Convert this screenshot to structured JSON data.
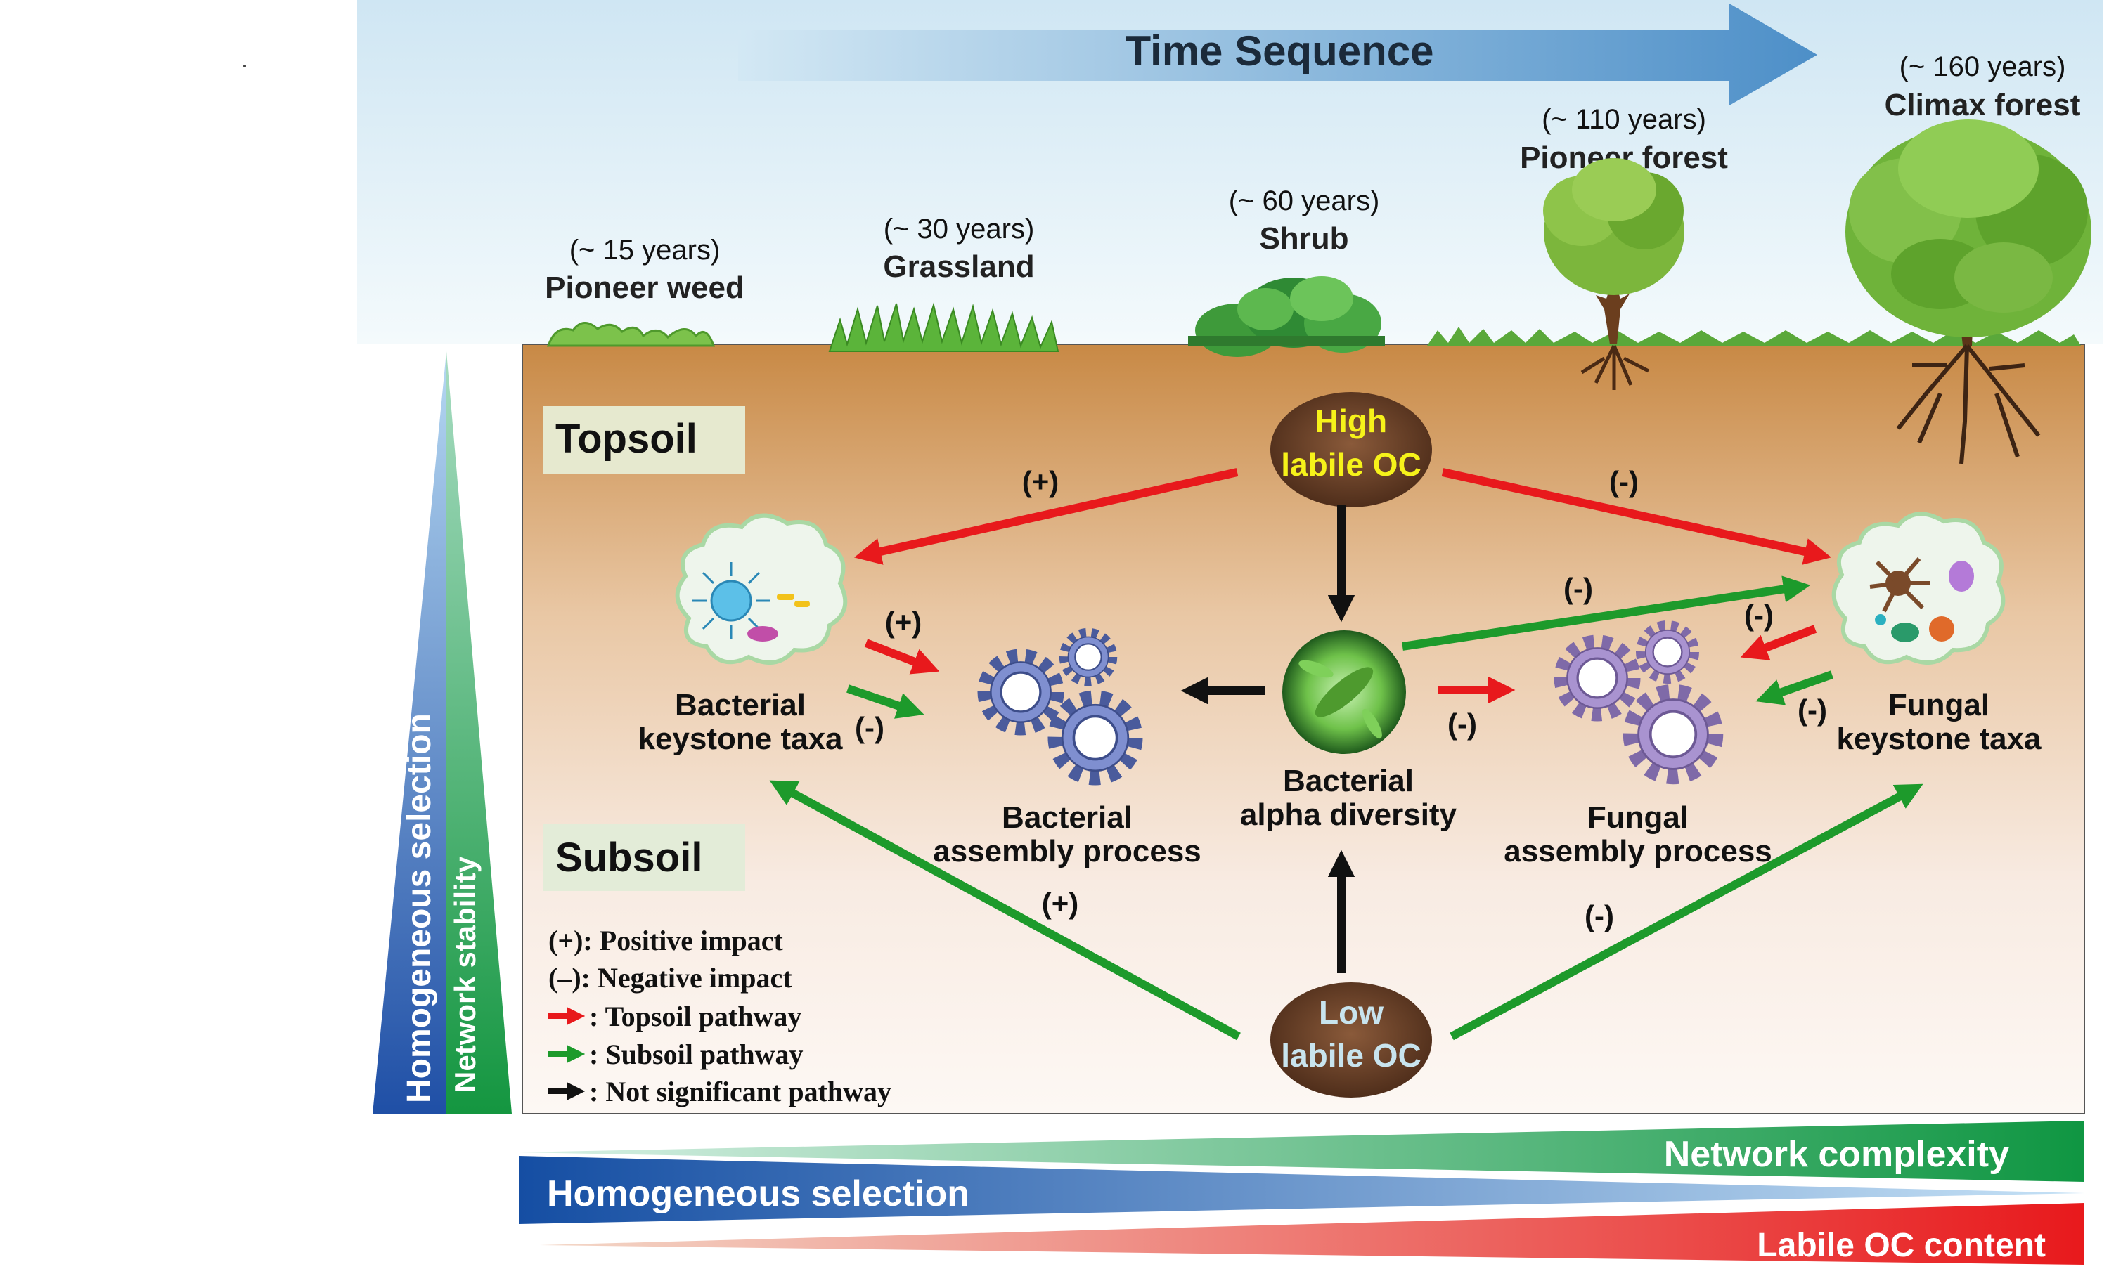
{
  "header": {
    "time_sequence": "Time Sequence",
    "stages": [
      {
        "age": "(~ 15 years)",
        "name": "Pioneer weed"
      },
      {
        "age": "(~ 30 years)",
        "name": "Grassland"
      },
      {
        "age": "(~ 60 years)",
        "name": "Shrub"
      },
      {
        "age": "(~ 110 years)",
        "name": "Pioneer forest"
      },
      {
        "age": "(~ 160 years)",
        "name": "Climax forest"
      }
    ]
  },
  "soil": {
    "topsoil": "Topsoil",
    "subsoil": "Subsoil",
    "high_oc": [
      "High",
      "labile OC"
    ],
    "low_oc": [
      "Low",
      "labile OC"
    ]
  },
  "nodes": {
    "bacterial_keystone": [
      "Bacterial",
      "keystone taxa"
    ],
    "bacterial_assembly": [
      "Bacterial",
      "assembly process"
    ],
    "bacterial_alpha": [
      "Bacterial",
      "alpha diversity"
    ],
    "fungal_assembly": [
      "Fungal",
      "assembly process"
    ],
    "fungal_keystone": [
      "Fungal",
      "keystone taxa"
    ]
  },
  "signs": {
    "high_to_bact": "(+)",
    "high_to_fungal": "(-)",
    "alpha_to_fungal_keystone": "(-)",
    "bact_red": "(+)",
    "bact_green": "(-)",
    "fungal_red": "(-)",
    "fungal_green": "(-)",
    "alpha_to_fungal_assembly": "(-)",
    "low_to_bact": "(+)",
    "low_to_fungal": "(-)"
  },
  "legend": [
    {
      "marker": "",
      "text": "(+): Positive impact"
    },
    {
      "marker": "",
      "text": "(–): Negative impact"
    },
    {
      "marker": "red-arrow",
      "text": ": Topsoil pathway"
    },
    {
      "marker": "green-arrow",
      "text": ": Subsoil pathway"
    },
    {
      "marker": "black-arrow",
      "text": ": Not significant pathway"
    }
  ],
  "gradients": {
    "left_blue": "Homogeneous selection",
    "left_green": "Network stability",
    "bottom_green": "Network complexity",
    "bottom_blue": "Homogeneous selection",
    "bottom_red": "Labile OC content"
  },
  "colors": {
    "topsoil_pathway": "#e8191c",
    "subsoil_pathway": "#1d9a2b",
    "not_significant": "#111111",
    "sky_top": "#d9ecf6",
    "soil_top": "#c98a4b",
    "soil_bottom": "#fbf3ee",
    "blue_gradient": "#1f5fb0",
    "green_gradient": "#1d9a4b",
    "red_gradient": "#e8191c"
  }
}
